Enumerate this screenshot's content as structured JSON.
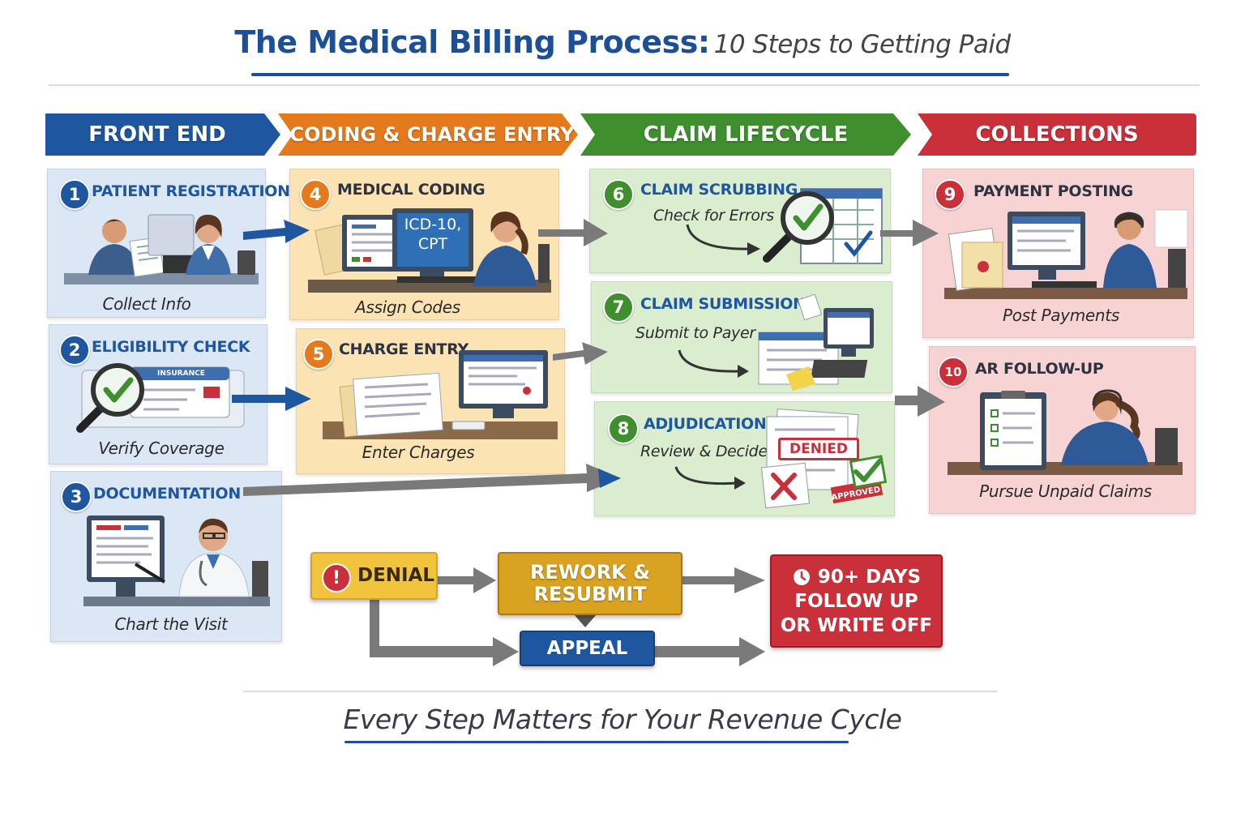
{
  "title": {
    "main": "The Medical Billing Process:",
    "sub": "10 Steps to Getting Paid"
  },
  "phases": [
    {
      "label": "FRONT END",
      "color": "#1e56a0"
    },
    {
      "label": "CODING & CHARGE ENTRY",
      "color": "#e57a1c"
    },
    {
      "label": "CLAIM LIFECYCLE",
      "color": "#3f8f2f"
    },
    {
      "label": "COLLECTIONS",
      "color": "#c9303a"
    }
  ],
  "steps": [
    {
      "number": "1",
      "title": "PATIENT REGISTRATION",
      "caption": "Collect Info"
    },
    {
      "number": "2",
      "title": "ELIGIBILITY CHECK",
      "caption": "Verify Coverage",
      "card_text": "INSURANCE"
    },
    {
      "number": "3",
      "title": "DOCUMENTATION",
      "caption": "Chart the Visit"
    },
    {
      "number": "4",
      "title": "MEDICAL CODING",
      "caption": "Assign Codes",
      "screen_text": "ICD-10, CPT"
    },
    {
      "number": "5",
      "title": "CHARGE ENTRY",
      "caption": "Enter Charges"
    },
    {
      "number": "6",
      "title": "CLAIM SCRUBBING",
      "caption": "Check for Errors"
    },
    {
      "number": "7",
      "title": "CLAIM SUBMISSION",
      "caption": "Submit to Payer"
    },
    {
      "number": "8",
      "title": "ADJUDICATION",
      "caption": "Review & Decide",
      "stamp_denied": "DENIED",
      "stamp_approved": "APPROVED"
    },
    {
      "number": "9",
      "title": "PAYMENT POSTING",
      "caption": "Post Payments"
    },
    {
      "number": "10",
      "title": "AR FOLLOW-UP",
      "caption": "Pursue Unpaid Claims"
    }
  ],
  "denial_flow": {
    "denial": "DENIAL",
    "rework": "REWORK & RESUBMIT",
    "appeal": "APPEAL",
    "final_line1": "90+ DAYS",
    "final_line2": "FOLLOW UP OR WRITE OFF"
  },
  "footer": "Every Step Matters for Your Revenue Cycle",
  "colors": {
    "blue": "#1e56a0",
    "orange": "#e57a1c",
    "green": "#3f8f2f",
    "red": "#c9303a",
    "blue_bg": "#dbe7f5",
    "orange_bg": "#fbe3b3",
    "green_bg": "#dbedcf",
    "red_bg": "#f7d3d3",
    "gold": "#d9a321",
    "arrow": "#7a7a7a"
  }
}
